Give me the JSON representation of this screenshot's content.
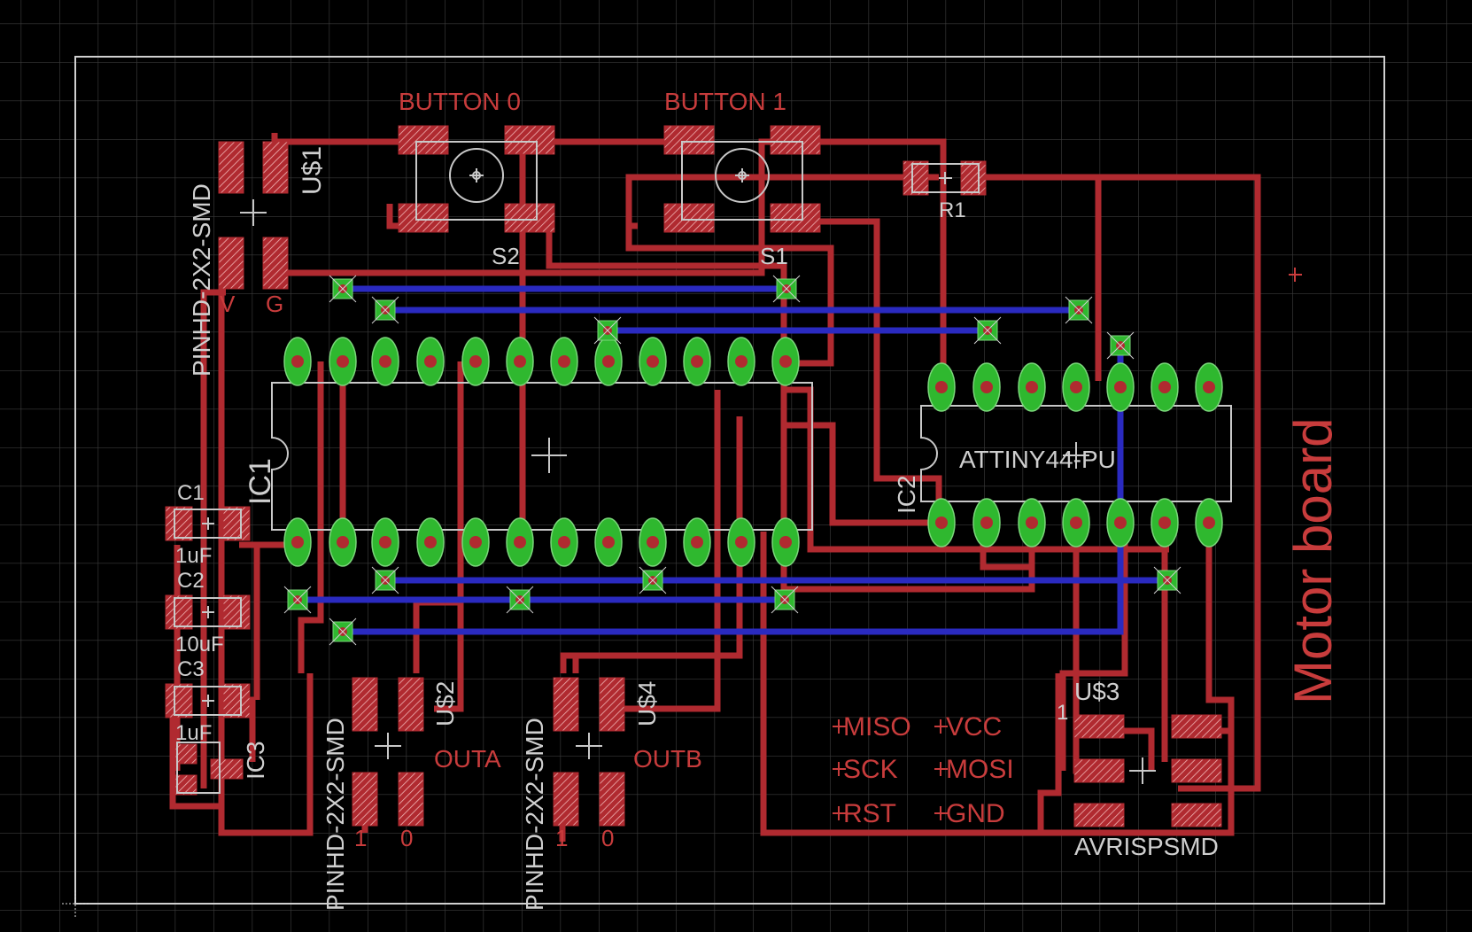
{
  "colors": {
    "background": "#000000",
    "grid": "#3a3a3a",
    "top_copper": "#b02a30",
    "bottom_copper": "#2323b8",
    "pad_green": "#2fb82f",
    "silkscreen": "#c8c8c8",
    "outline": "#d8d8d8"
  },
  "board": {
    "title": "Motor board"
  },
  "labels": {
    "button0": "BUTTON 0",
    "button1": "BUTTON 1",
    "s2": "S2",
    "s1": "S1",
    "r1": "R1",
    "us1": "U$1",
    "pinhd_power": "PINHD-2X2-SMD",
    "pin_v": "V",
    "pin_g": "G",
    "ic1": "IC1",
    "ic2": "IC2",
    "attiny": "ATTINY44-PU",
    "c1": "C1",
    "c1_val": "1uF",
    "c2": "C2",
    "c2_val": "10uF",
    "c3": "C3",
    "c3_val": "1uF",
    "ic3": "IC3",
    "us2": "U$2",
    "outa": "OUTA",
    "pinhd_a": "PINHD-2X2-SMD",
    "a_1": "1",
    "a_0": "0",
    "us4": "U$4",
    "outb": "OUTB",
    "pinhd_b": "PINHD-2X2-SMD",
    "b_1": "1",
    "b_0": "0",
    "miso": "MISO",
    "vcc": "VCC",
    "sck": "SCK",
    "mosi": "MOSI",
    "rst": "RST",
    "gnd": "GND",
    "us3": "U$3",
    "us3_pin1": "1",
    "avrisp": "AVRISPSMD"
  }
}
